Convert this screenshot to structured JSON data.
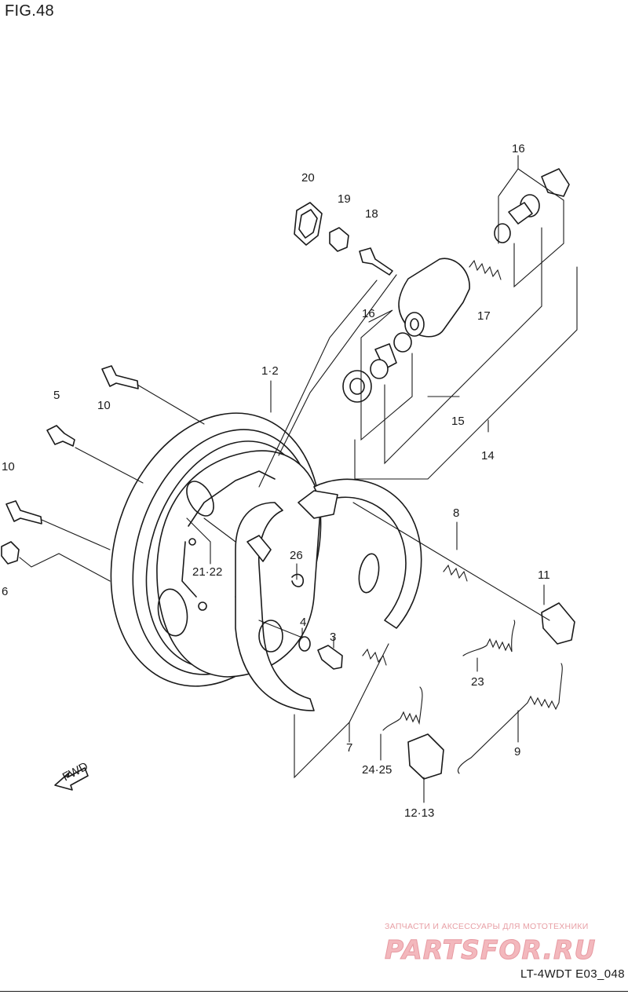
{
  "figure": {
    "title": "FIG.48",
    "code": "LT-4WDT E03_048"
  },
  "watermark": {
    "tagline": "ЗАПЧАСТИ И АКСЕССУАРЫ ДЛЯ МОТОТЕХНИКИ",
    "logo": "PARTSFOR.RU",
    "color": "#f3b8bd"
  },
  "direction_marker": "FWD",
  "callouts": [
    "16",
    "20",
    "19",
    "18",
    "17",
    "16",
    "1·2",
    "10",
    "5",
    "15",
    "14",
    "10",
    "8",
    "26",
    "21·22",
    "6",
    "11",
    "4",
    "3",
    "23",
    "9",
    "7",
    "24·25",
    "12·13"
  ]
}
